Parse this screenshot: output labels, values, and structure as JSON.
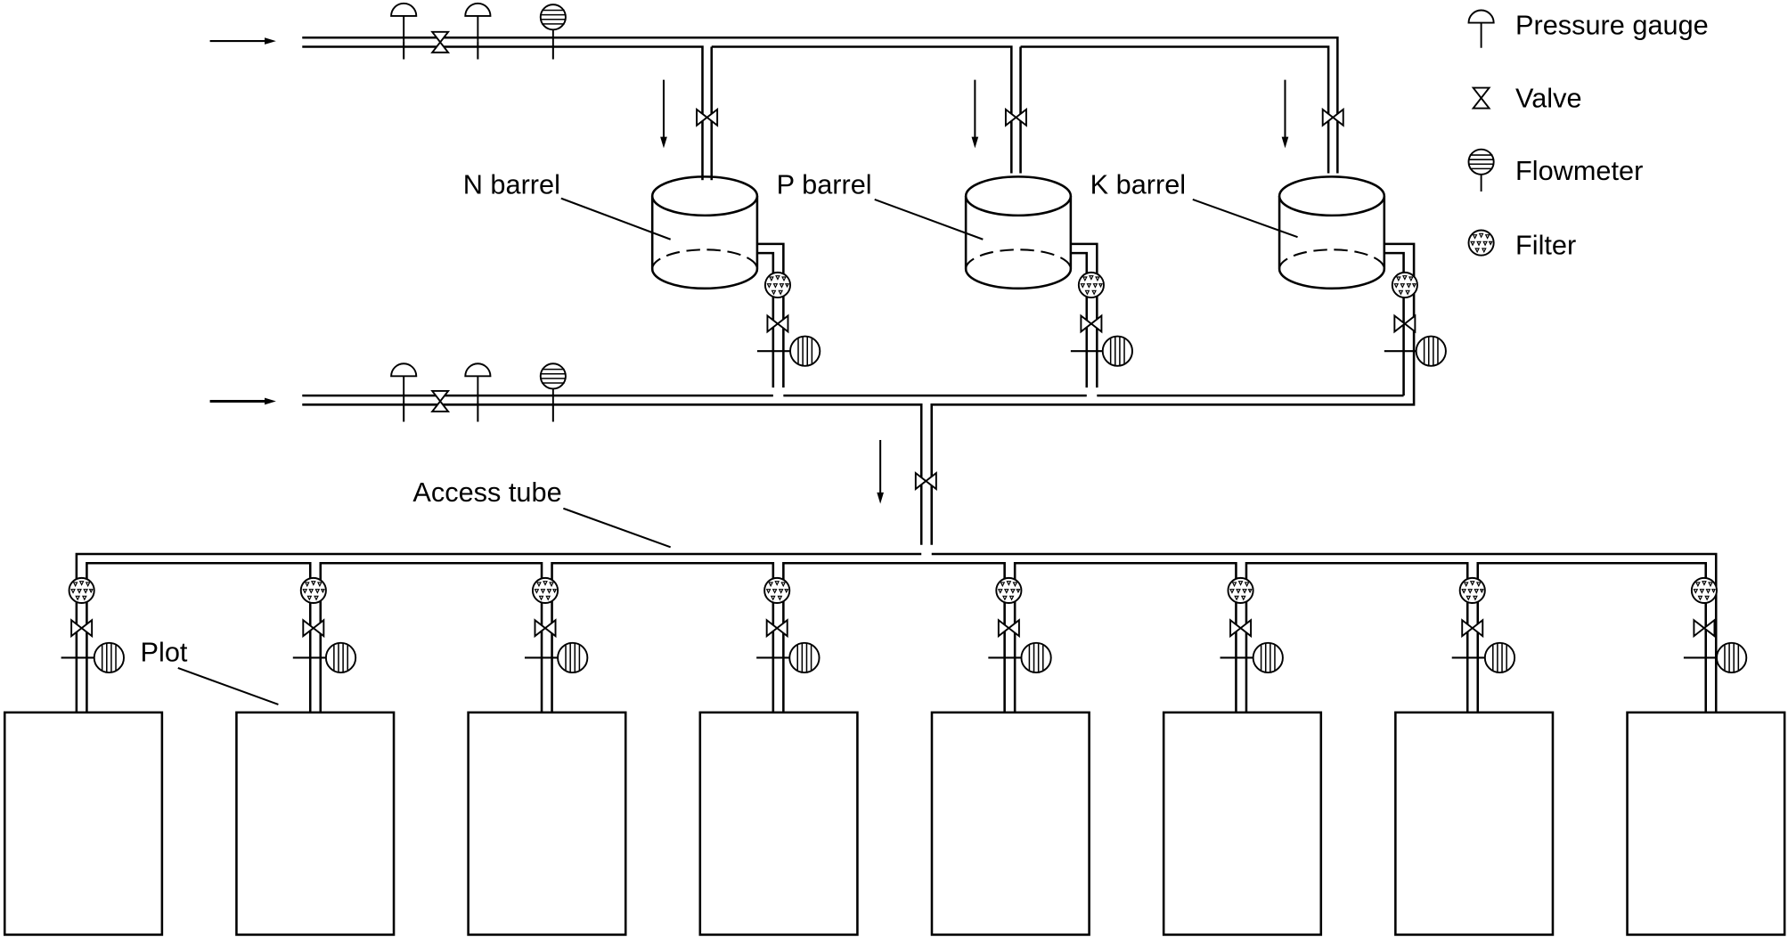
{
  "legend": {
    "pressure_gauge": "Pressure gauge",
    "valve": "Valve",
    "flowmeter": "Flowmeter",
    "filter": "Filter"
  },
  "barrels": [
    {
      "label": "N barrel"
    },
    {
      "label": "P barrel"
    },
    {
      "label": "K barrel"
    }
  ],
  "labels": {
    "access_tube": "Access tube",
    "plot": "Plot"
  },
  "plot_count": 8,
  "colors": {
    "line": "#000000",
    "background": "#ffffff"
  },
  "icons": [
    "pressure-gauge-icon",
    "valve-icon",
    "flowmeter-icon",
    "filter-icon",
    "flow-arrow-icon"
  ]
}
